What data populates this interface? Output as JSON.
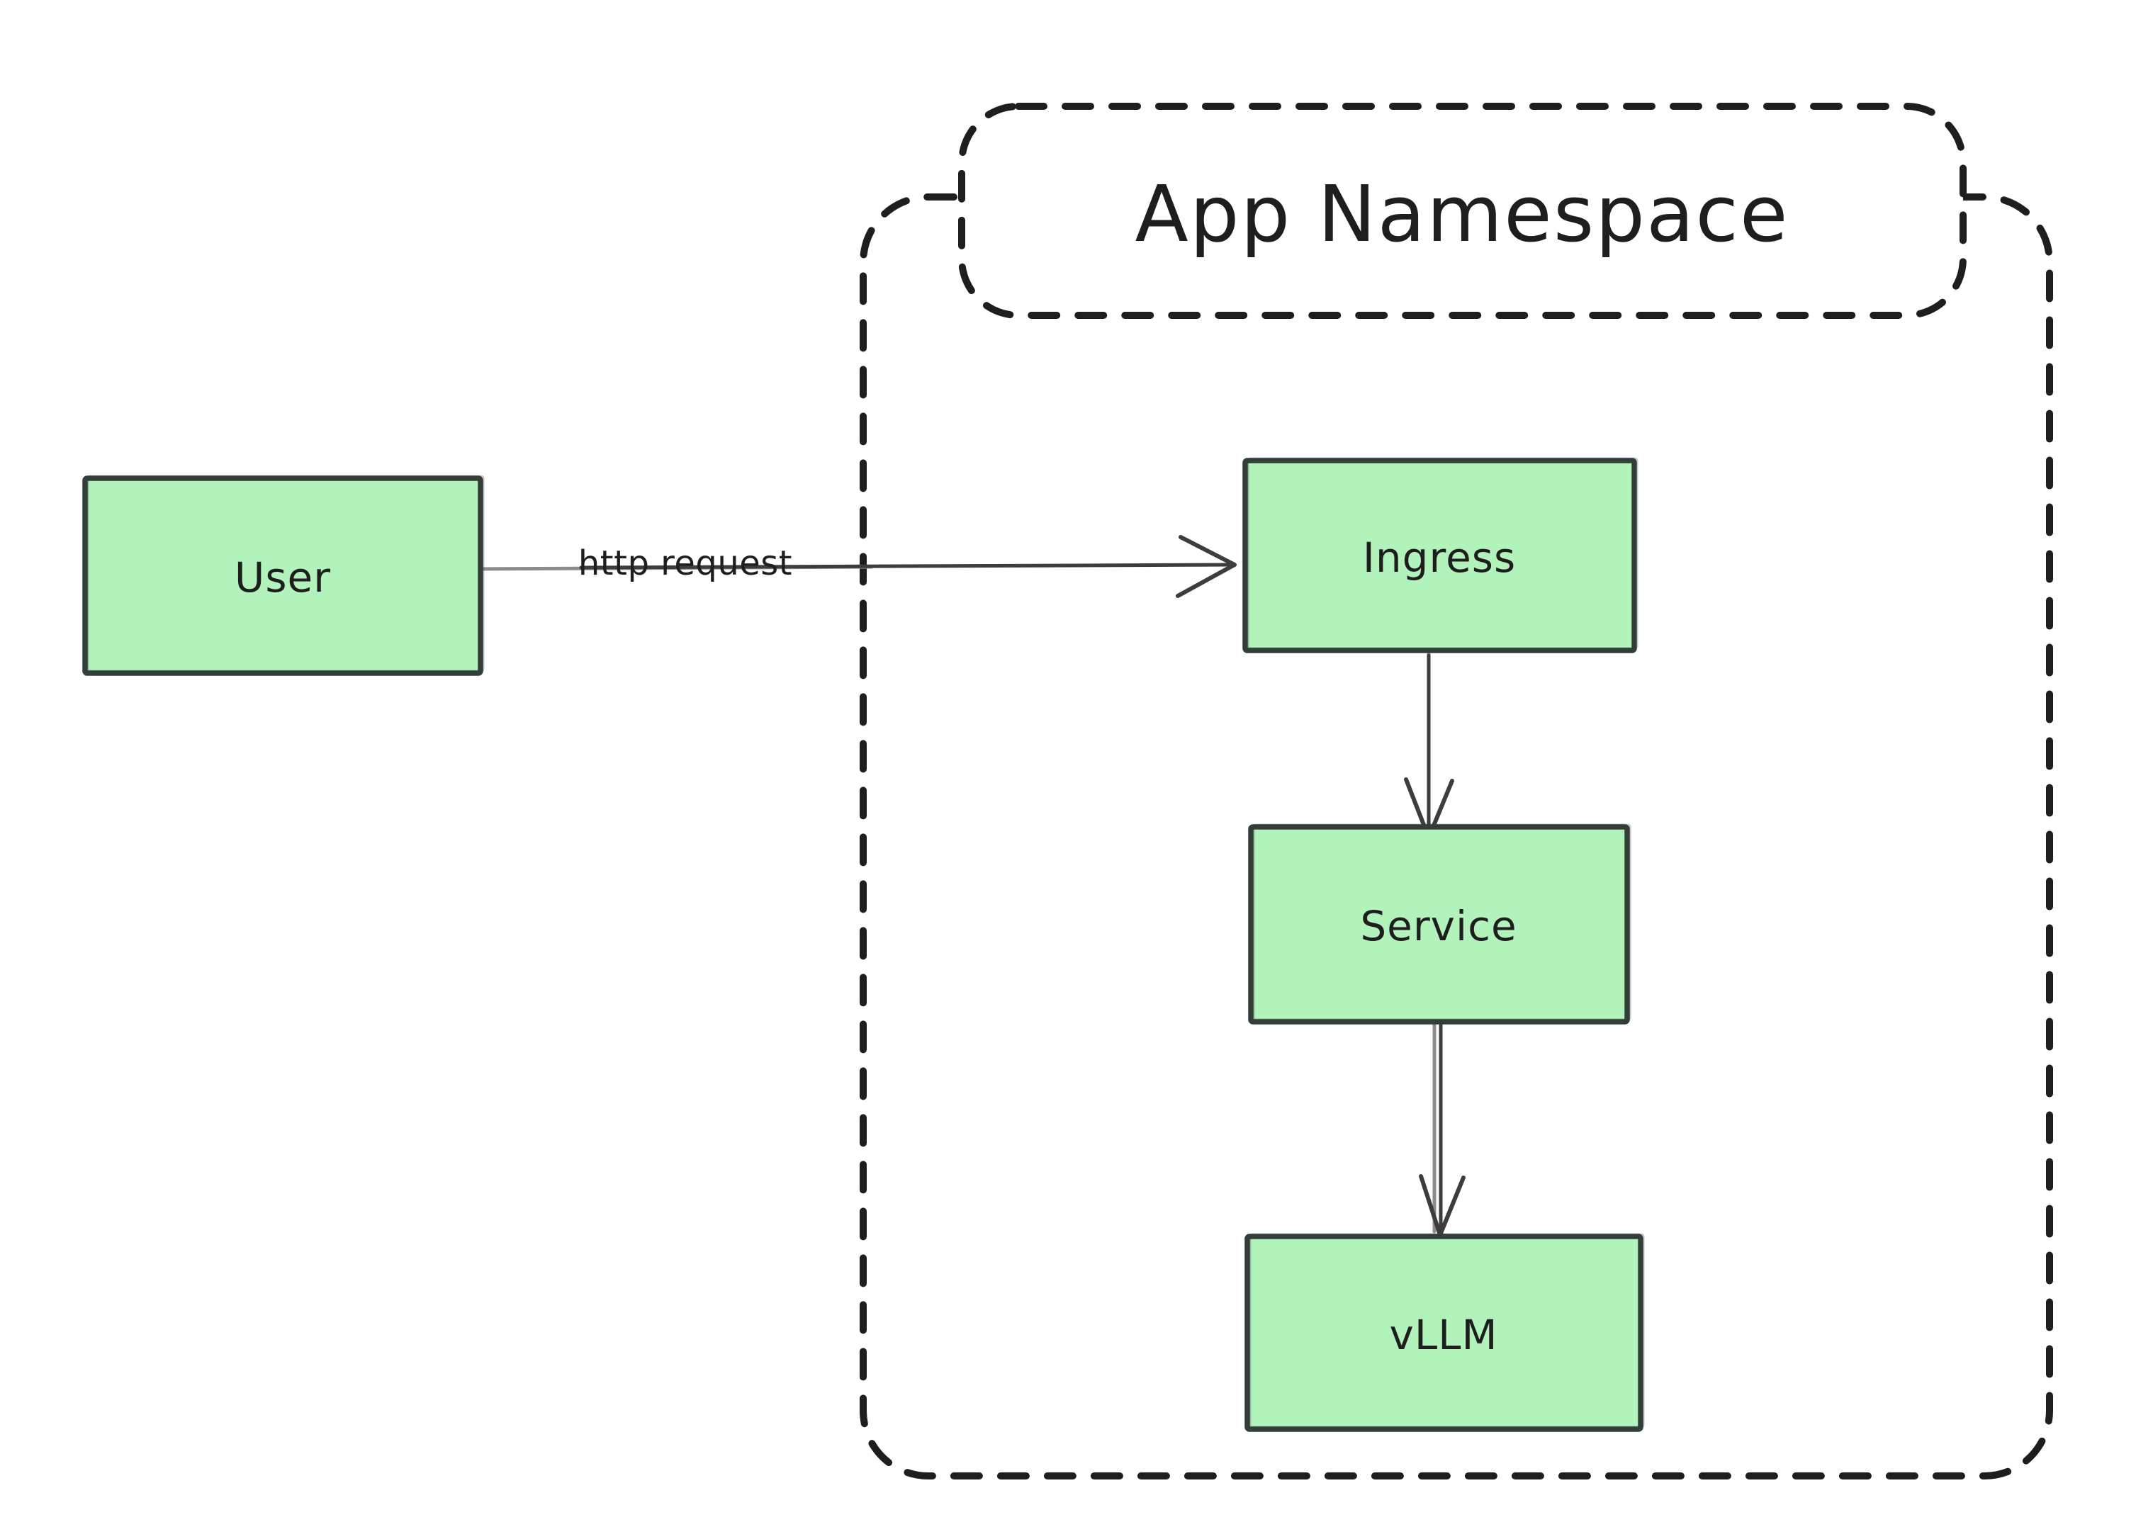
{
  "diagram": {
    "type": "flow",
    "title": "App Namespace",
    "nodes": [
      {
        "id": "user",
        "label": "User"
      },
      {
        "id": "ingress",
        "label": "Ingress"
      },
      {
        "id": "service",
        "label": "Service"
      },
      {
        "id": "vllm",
        "label": "vLLM"
      }
    ],
    "edges": [
      {
        "from": "user",
        "to": "ingress",
        "label": "http request"
      },
      {
        "from": "ingress",
        "to": "service",
        "label": ""
      },
      {
        "from": "service",
        "to": "vllm",
        "label": ""
      }
    ],
    "colors": {
      "background": "#ffffff",
      "node_fill": "#b2f2bb",
      "node_stroke": "#343e38",
      "dashed_stroke": "#1e1e1e",
      "arrow": "#3d3d3d",
      "arrow_light": "#8c8c8c",
      "text": "#1e1e1e"
    }
  }
}
